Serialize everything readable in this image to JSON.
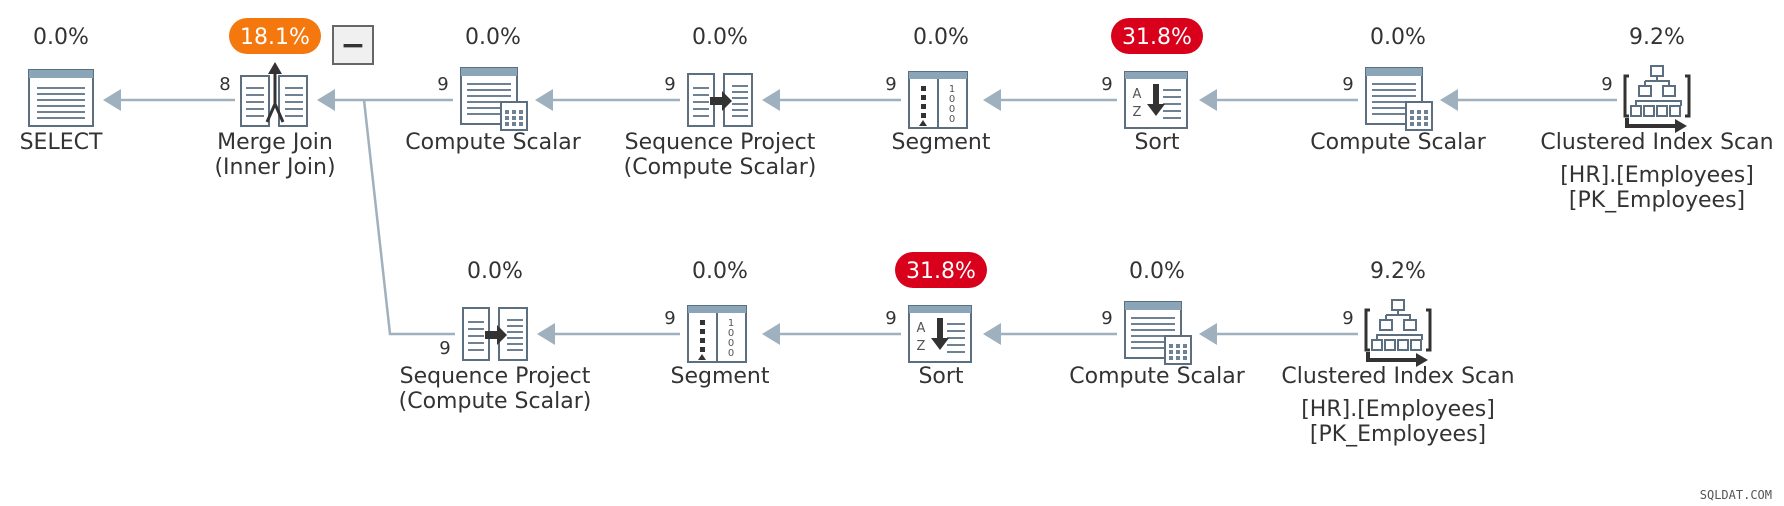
{
  "plan": {
    "nodes": {
      "select": {
        "cost": "0.0%",
        "label": [
          "SELECT"
        ]
      },
      "merge": {
        "cost": "18.1%",
        "label": [
          "Merge Join",
          "(Inner Join)"
        ],
        "badge_color": "#f5780e"
      },
      "cs1": {
        "cost": "0.0%",
        "label": [
          "Compute Scalar"
        ]
      },
      "sp1": {
        "cost": "0.0%",
        "label": [
          "Sequence Project",
          "(Compute Scalar)"
        ]
      },
      "seg1": {
        "cost": "0.0%",
        "label": [
          "Segment"
        ]
      },
      "sort1": {
        "cost": "31.8%",
        "label": [
          "Sort"
        ],
        "badge_color": "#d9001b"
      },
      "cs2": {
        "cost": "0.0%",
        "label": [
          "Compute Scalar"
        ]
      },
      "scan1": {
        "cost": "9.2%",
        "label": [
          "Clustered Index Scan",
          "[HR].[Employees]",
          "[PK_Employees]"
        ]
      },
      "sp2": {
        "cost": "0.0%",
        "label": [
          "Sequence Project",
          "(Compute Scalar)"
        ]
      },
      "seg2": {
        "cost": "0.0%",
        "label": [
          "Segment"
        ]
      },
      "sort2": {
        "cost": "31.8%",
        "label": [
          "Sort"
        ],
        "badge_color": "#d9001b"
      },
      "cs3": {
        "cost": "0.0%",
        "label": [
          "Compute Scalar"
        ]
      },
      "scan2": {
        "cost": "9.2%",
        "label": [
          "Clustered Index Scan",
          "[HR].[Employees]",
          "[PK_Employees]"
        ]
      }
    },
    "edges": [
      {
        "from": "merge",
        "to": "select",
        "rows": "8"
      },
      {
        "from": "cs1",
        "to": "merge",
        "rows": "9"
      },
      {
        "from": "sp1",
        "to": "cs1",
        "rows": "9"
      },
      {
        "from": "seg1",
        "to": "sp1",
        "rows": "9"
      },
      {
        "from": "sort1",
        "to": "seg1",
        "rows": "9"
      },
      {
        "from": "cs2",
        "to": "sort1",
        "rows": "9"
      },
      {
        "from": "scan1",
        "to": "cs2",
        "rows": "9"
      },
      {
        "from": "sp2",
        "to": "merge",
        "rows": "9"
      },
      {
        "from": "seg2",
        "to": "sp2",
        "rows": "9"
      },
      {
        "from": "sort2",
        "to": "seg2",
        "rows": "9"
      },
      {
        "from": "cs3",
        "to": "sort2",
        "rows": "9"
      },
      {
        "from": "scan2",
        "to": "cs3",
        "rows": "9"
      }
    ],
    "collapse_symbol": "−"
  },
  "watermark": "SQLDAT.COM",
  "colors": {
    "edge": "#9fb0be",
    "icon_frame": "#5b6f80",
    "icon_header": "#8aa4b8"
  }
}
